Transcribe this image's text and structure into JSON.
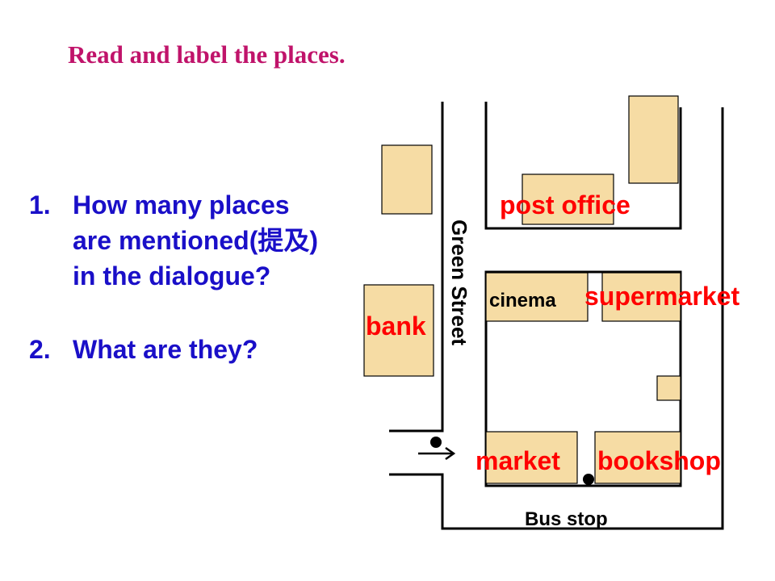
{
  "slide": {
    "title": "Read and label the places.",
    "questions": [
      {
        "number": "1.",
        "lines": [
          "How many places",
          "are mentioned(提及)",
          "in the dialogue?"
        ]
      },
      {
        "number": "2.",
        "lines": [
          "What are they?"
        ]
      }
    ]
  },
  "map": {
    "street_name": "Green Street",
    "bus_stop_label": "Bus stop",
    "places": {
      "post_office": "post office",
      "cinema": "cinema",
      "supermarket": "supermarket",
      "bank": "bank",
      "market": "market",
      "bookshop": "bookshop"
    }
  },
  "colors": {
    "title": "#C0136A",
    "question_text": "#1A0FC8",
    "place_label": "#FF0000",
    "building_fill": "#F6DCA4",
    "line": "#000000"
  }
}
